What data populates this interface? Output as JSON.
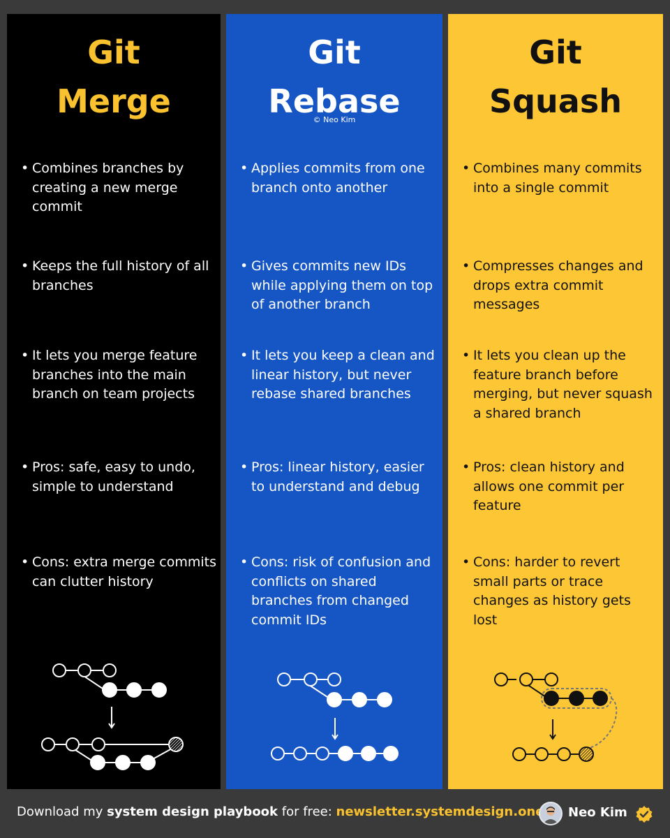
{
  "columns": {
    "merge": {
      "title_line1": "Git",
      "title_line2": "Merge",
      "bullets": [
        "Combines branches by creating a new merge commit",
        "Keeps the full history of all branches",
        "It lets you merge feature branches into the main branch on team projects",
        "Pros: safe, easy to undo, simple to understand",
        "Cons: extra merge commits can clutter history"
      ]
    },
    "rebase": {
      "title_line1": "Git",
      "title_line2": "Rebase",
      "copyright": "©  Neo Kim",
      "bullets": [
        "Applies commits from one branch onto another",
        "Gives commits new IDs while applying them on top of another branch",
        "It lets you keep a clean and linear history, but never rebase shared branches",
        "Pros: linear history, easier to understand and debug",
        "Cons: risk of confusion and conflicts on shared branches from changed commit IDs"
      ]
    },
    "squash": {
      "title_line1": "Git",
      "title_line2": "Squash",
      "bullets": [
        "Combines many commits into a single commit",
        "Compresses changes and drops extra commit messages",
        "It lets you clean up the feature branch before merging, but never squash a shared branch",
        "Pros: clean history and allows one commit per feature",
        "Cons: harder to revert small parts or trace changes as history gets lost"
      ]
    }
  },
  "footer": {
    "prefix": "Download my ",
    "bold": "system design playbook",
    "middle": " for free: ",
    "url": "newsletter.systemdesign.one",
    "author": "Neo Kim"
  },
  "colors": {
    "merge_bg": "#000000",
    "rebase_bg": "#1656c4",
    "squash_bg": "#fdc634",
    "accent_yellow": "#f9c22e",
    "footer_bg": "#3a3a3a"
  }
}
